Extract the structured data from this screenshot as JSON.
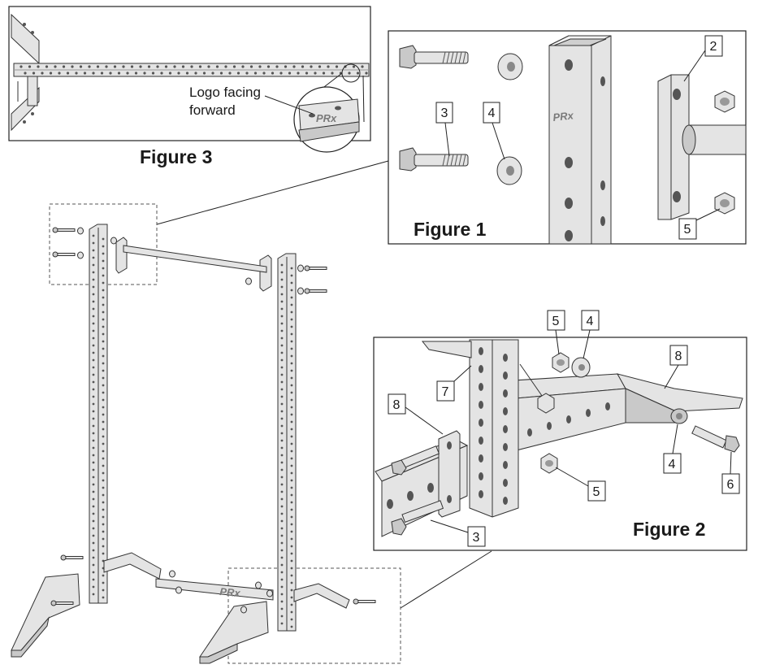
{
  "figures": {
    "figure1": {
      "title": "Figure 1",
      "logo": "PRx",
      "callouts": [
        "3",
        "4",
        "2",
        "5"
      ]
    },
    "figure2": {
      "title": "Figure 2",
      "callouts": [
        "5",
        "4",
        "8",
        "7",
        "8",
        "4",
        "5",
        "6",
        "3"
      ]
    },
    "figure3": {
      "title": "Figure 3",
      "note_line1": "Logo facing",
      "note_line2": "forward"
    }
  },
  "colors": {
    "line": "#222222",
    "steel": "#e4e4e4",
    "steel_dark": "#c9c9c9"
  }
}
